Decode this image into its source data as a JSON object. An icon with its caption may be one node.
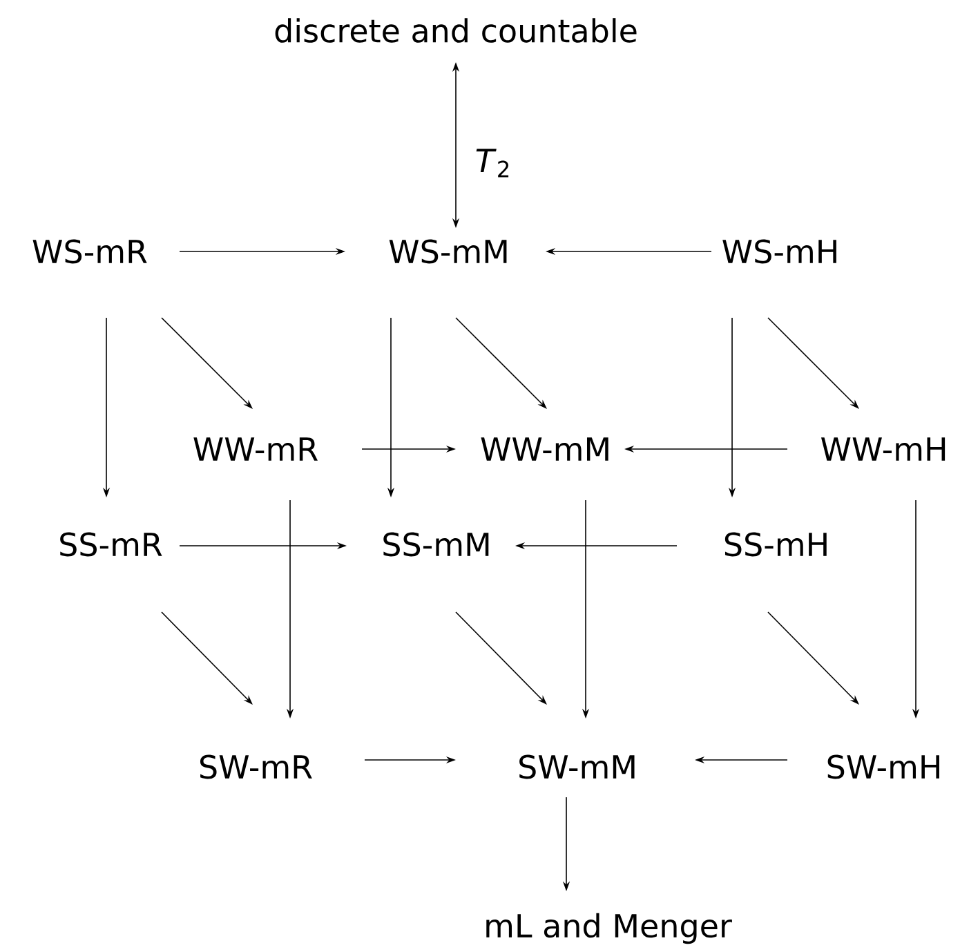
{
  "diagram": {
    "nodes": [
      {
        "text": [
          "discrete and countable"
        ]
      },
      {
        "text": [
          "WS-mR"
        ]
      },
      {
        "text": [
          "WS-mM"
        ]
      },
      {
        "text": [
          "WS-mH"
        ]
      },
      {
        "text": [
          "WW-mR"
        ]
      },
      {
        "text": [
          "WW-mM"
        ]
      },
      {
        "text": [
          "WW-mH"
        ]
      },
      {
        "text": [
          "SS-mR"
        ]
      },
      {
        "text": [
          "SS-mM"
        ]
      },
      {
        "text": [
          "SS-mH"
        ]
      },
      {
        "text": [
          "SW-mR"
        ]
      },
      {
        "text": [
          "SW-mM"
        ]
      },
      {
        "text": [
          "SW-mH"
        ]
      },
      {
        "text": [
          "mL and Menger"
        ]
      }
    ],
    "edges": [
      {
        "from": 2,
        "to": 0,
        "arrow": "both",
        "label": "*T*$_{2}$"
      },
      {
        "from": 1,
        "to": 2,
        "arrow": "to"
      },
      {
        "from": 3,
        "to": 2,
        "arrow": "to"
      },
      {
        "from": 1,
        "to": 7,
        "arrow": "to"
      },
      {
        "from": 1,
        "to": 4,
        "arrow": "to"
      },
      {
        "from": 2,
        "to": 8,
        "arrow": "to"
      },
      {
        "from": 2,
        "to": 5,
        "arrow": "to"
      },
      {
        "from": 3,
        "to": 9,
        "arrow": "to"
      },
      {
        "from": 3,
        "to": 6,
        "arrow": "to"
      },
      {
        "from": 4,
        "to": 5,
        "arrow": "to"
      },
      {
        "from": 6,
        "to": 5,
        "arrow": "to"
      },
      {
        "from": 4,
        "to": 10,
        "arrow": "to"
      },
      {
        "from": 5,
        "to": 11,
        "arrow": "to"
      },
      {
        "from": 6,
        "to": 12,
        "arrow": "to"
      },
      {
        "from": 7,
        "to": 8,
        "arrow": "to"
      },
      {
        "from": 9,
        "to": 8,
        "arrow": "to"
      },
      {
        "from": 7,
        "to": 10,
        "arrow": "to"
      },
      {
        "from": 8,
        "to": 11,
        "arrow": "to"
      },
      {
        "from": 9,
        "to": 12,
        "arrow": "to"
      },
      {
        "from": 10,
        "to": 11,
        "arrow": "to"
      },
      {
        "from": 12,
        "to": 11,
        "arrow": "to"
      },
      {
        "from": 11,
        "to": 13,
        "arrow": "to"
      }
    ]
  }
}
